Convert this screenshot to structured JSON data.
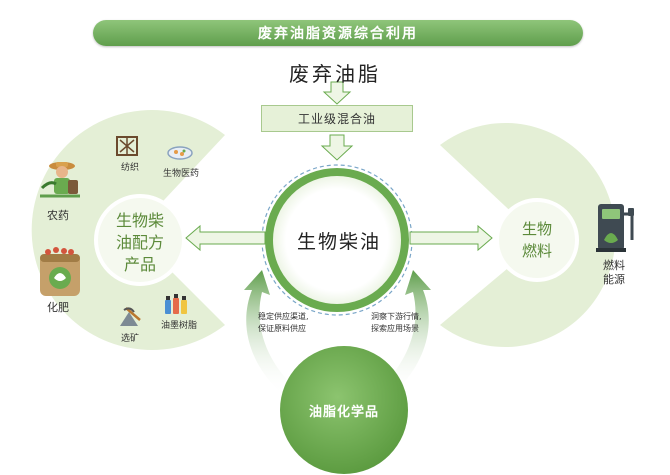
{
  "banner": {
    "title": "废弃油脂资源综合利用"
  },
  "source": {
    "title": "废弃油脂"
  },
  "intermediate": {
    "label": "工业级混合油"
  },
  "center": {
    "title": "生物柴油"
  },
  "left": {
    "title_line1": "生物柴",
    "title_line2": "油配方",
    "title_line3": "产品",
    "items": {
      "agro": "农药",
      "fertilizer": "化肥",
      "textile": "纺织",
      "biomed": "生物医药",
      "mining": "选矿",
      "resin": "油墨树脂"
    }
  },
  "right": {
    "title_line1": "生物",
    "title_line2": "燃料",
    "item_line1": "燃料",
    "item_line2": "能源"
  },
  "bottom": {
    "title": "油脂化学品",
    "note_left_line1": "稳定供应渠道,",
    "note_left_line2": "保证原料供应",
    "note_right_line1": "洞察下游行情,",
    "note_right_line2": "探索应用场景"
  },
  "colors": {
    "primary_green": "#6aab4f",
    "light_green": "#e6f1d8",
    "mid_green": "#8fc57a"
  }
}
